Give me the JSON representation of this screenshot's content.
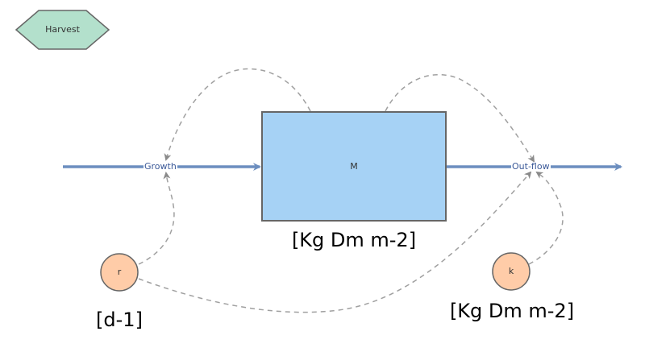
{
  "diagram": {
    "type": "stock-and-flow",
    "colors": {
      "flow": "#6c8ebf",
      "flow_label": "#3b5998",
      "stock_fill": "#a6d2f5",
      "stock_stroke": "#666666",
      "parameter_fill": "#ffcca8",
      "parameter_stroke": "#666666",
      "harvest_fill": "#b3e0cc",
      "harvest_stroke": "#666666",
      "link": "#a0a0a0"
    },
    "harvest": {
      "label": "Harvest"
    },
    "stock": {
      "label": "M",
      "unit": "[Kg Dm m-2]"
    },
    "flows": {
      "growth": {
        "label": "Growth"
      },
      "outflow": {
        "label": "Out-flow"
      }
    },
    "parameters": {
      "r": {
        "label": "r",
        "unit": "[d-1]"
      },
      "k": {
        "label": "k",
        "unit": "[Kg Dm m-2]"
      }
    },
    "links": [
      {
        "from": "M",
        "to": "Growth"
      },
      {
        "from": "M",
        "to": "Out-flow"
      },
      {
        "from": "r",
        "to": "Growth"
      },
      {
        "from": "r",
        "to": "Out-flow"
      },
      {
        "from": "k",
        "to": "Out-flow"
      }
    ]
  }
}
